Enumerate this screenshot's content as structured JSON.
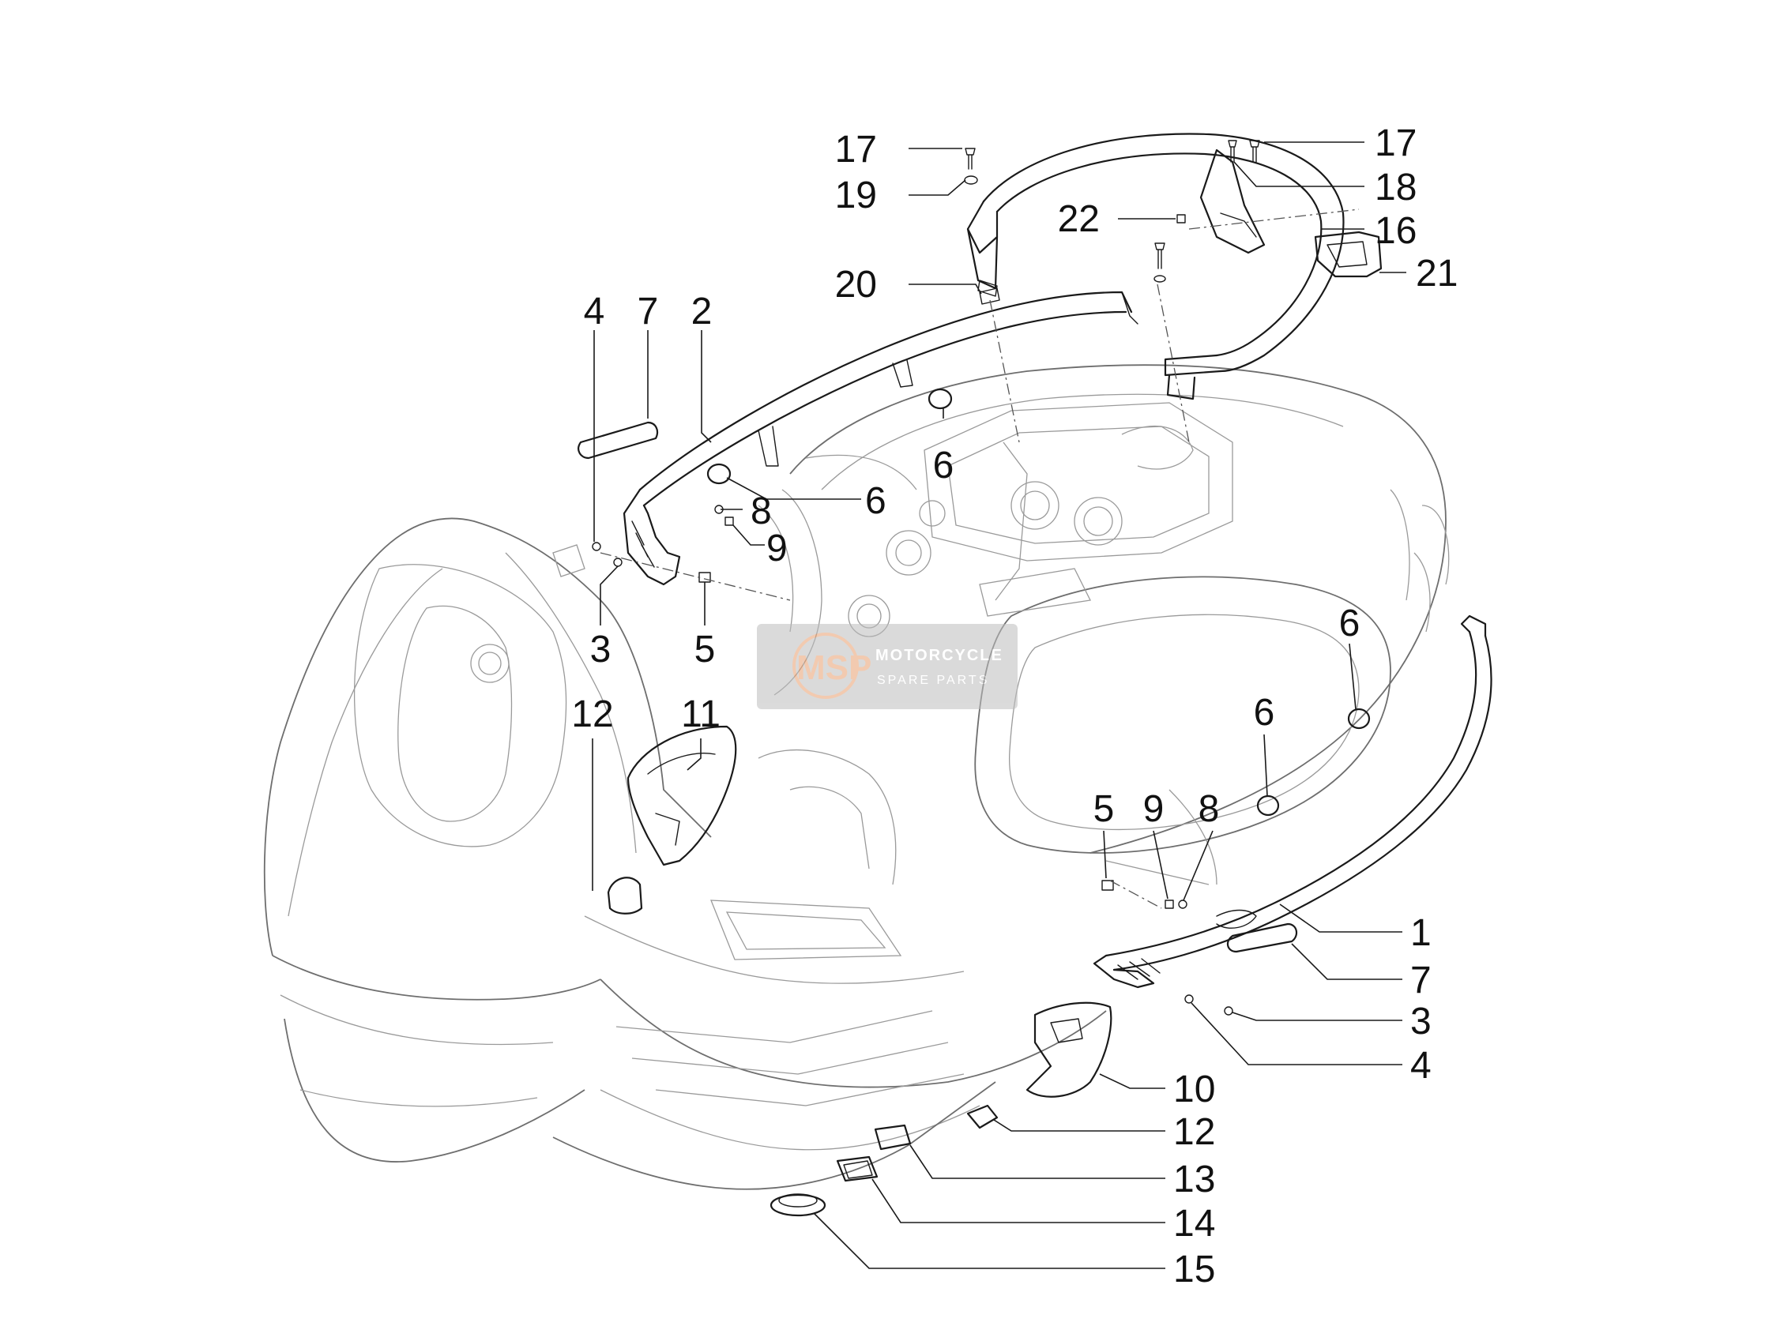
{
  "watermark": {
    "logo_text": "MSP",
    "line1": "MOTORCYCLE",
    "line2": "SPARE PARTS"
  },
  "callouts": [
    {
      "id": "c17a",
      "label": "17"
    },
    {
      "id": "c19",
      "label": "19"
    },
    {
      "id": "c22",
      "label": "22"
    },
    {
      "id": "c20",
      "label": "20"
    },
    {
      "id": "c17b",
      "label": "17"
    },
    {
      "id": "c18",
      "label": "18"
    },
    {
      "id": "c16",
      "label": "16"
    },
    {
      "id": "c21",
      "label": "21"
    },
    {
      "id": "c4a",
      "label": "4"
    },
    {
      "id": "c7a",
      "label": "7"
    },
    {
      "id": "c2",
      "label": "2"
    },
    {
      "id": "c8a",
      "label": "8"
    },
    {
      "id": "c9a",
      "label": "9"
    },
    {
      "id": "c6a",
      "label": "6"
    },
    {
      "id": "c6b",
      "label": "6"
    },
    {
      "id": "c3a",
      "label": "3"
    },
    {
      "id": "c5a",
      "label": "5"
    },
    {
      "id": "c12a",
      "label": "12"
    },
    {
      "id": "c11",
      "label": "11"
    },
    {
      "id": "c6c",
      "label": "6"
    },
    {
      "id": "c6d",
      "label": "6"
    },
    {
      "id": "c5b",
      "label": "5"
    },
    {
      "id": "c9b",
      "label": "9"
    },
    {
      "id": "c8b",
      "label": "8"
    },
    {
      "id": "c1",
      "label": "1"
    },
    {
      "id": "c7b",
      "label": "7"
    },
    {
      "id": "c3b",
      "label": "3"
    },
    {
      "id": "c4b",
      "label": "4"
    },
    {
      "id": "c10",
      "label": "10"
    },
    {
      "id": "c12b",
      "label": "12"
    },
    {
      "id": "c13",
      "label": "13"
    },
    {
      "id": "c14",
      "label": "14"
    },
    {
      "id": "c15",
      "label": "15"
    }
  ]
}
